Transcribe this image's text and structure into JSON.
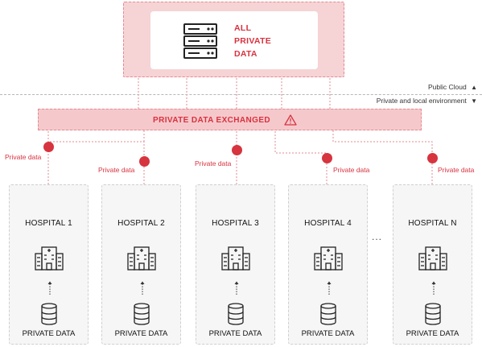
{
  "cloud": {
    "title_lines": [
      "ALL",
      "PRIVATE",
      "DATA"
    ]
  },
  "legend": {
    "public_label": "Public Cloud",
    "local_label": "Private and local environment"
  },
  "exchange": {
    "label": "PRIVATE DATA EXCHANGED"
  },
  "flow_label": "Private data",
  "ellipsis": "...",
  "hospitals": [
    {
      "name": "HOSPITAL 1",
      "footer": "PRIVATE DATA"
    },
    {
      "name": "HOSPITAL 2",
      "footer": "PRIVATE DATA"
    },
    {
      "name": "HOSPITAL 3",
      "footer": "PRIVATE DATA"
    },
    {
      "name": "HOSPITAL 4",
      "footer": "PRIVATE DATA"
    },
    {
      "name": "HOSPITAL N",
      "footer": "PRIVATE DATA"
    }
  ],
  "colors": {
    "accent": "#d8323f",
    "accent_fill": "#f6d3d5",
    "box_bg": "#f6f6f6"
  },
  "icons": [
    "server-stack-icon",
    "warning-triangle-icon",
    "hospital-building-icon",
    "database-icon",
    "arrow-up-icon"
  ]
}
